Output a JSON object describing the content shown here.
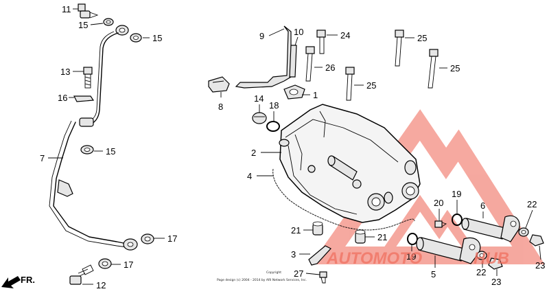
{
  "diagram": {
    "callouts": [
      {
        "id": "c11a",
        "text": "11"
      },
      {
        "id": "c15a",
        "text": "15"
      },
      {
        "id": "c15b",
        "text": "15"
      },
      {
        "id": "c13",
        "text": "13"
      },
      {
        "id": "c16",
        "text": "16"
      },
      {
        "id": "c7",
        "text": "7"
      },
      {
        "id": "c15c",
        "text": "15"
      },
      {
        "id": "c17a",
        "text": "17"
      },
      {
        "id": "c17b",
        "text": "17"
      },
      {
        "id": "c12",
        "text": "12"
      },
      {
        "id": "c9",
        "text": "9"
      },
      {
        "id": "c10",
        "text": "10"
      },
      {
        "id": "c24",
        "text": "24"
      },
      {
        "id": "c25a",
        "text": "25"
      },
      {
        "id": "c25b",
        "text": "25"
      },
      {
        "id": "c25c",
        "text": "25"
      },
      {
        "id": "c26",
        "text": "26"
      },
      {
        "id": "c8",
        "text": "8"
      },
      {
        "id": "c1",
        "text": "1"
      },
      {
        "id": "c14",
        "text": "14"
      },
      {
        "id": "c18",
        "text": "18"
      },
      {
        "id": "c2",
        "text": "2"
      },
      {
        "id": "c4",
        "text": "4"
      },
      {
        "id": "c21a",
        "text": "21"
      },
      {
        "id": "c21b",
        "text": "21"
      },
      {
        "id": "c3",
        "text": "3"
      },
      {
        "id": "c27",
        "text": "27"
      },
      {
        "id": "c19a",
        "text": "19"
      },
      {
        "id": "c19b",
        "text": "19"
      },
      {
        "id": "c20",
        "text": "20"
      },
      {
        "id": "c6",
        "text": "6"
      },
      {
        "id": "c22a",
        "text": "22"
      },
      {
        "id": "c22b",
        "text": "22"
      },
      {
        "id": "c23a",
        "text": "23"
      },
      {
        "id": "c23b",
        "text": "23"
      },
      {
        "id": "c5",
        "text": "5"
      }
    ],
    "direction_label": "FR.",
    "copyright_line1": "Copyright",
    "copyright_line2": "Page design (c) 2004 - 2014 by ARI Network Services, Inc."
  },
  "watermark": {
    "text_a": "AUTOMOTO",
    "text_b": "HUB",
    "color_primary": "#f07060",
    "color_secondary": "#f5b040"
  }
}
